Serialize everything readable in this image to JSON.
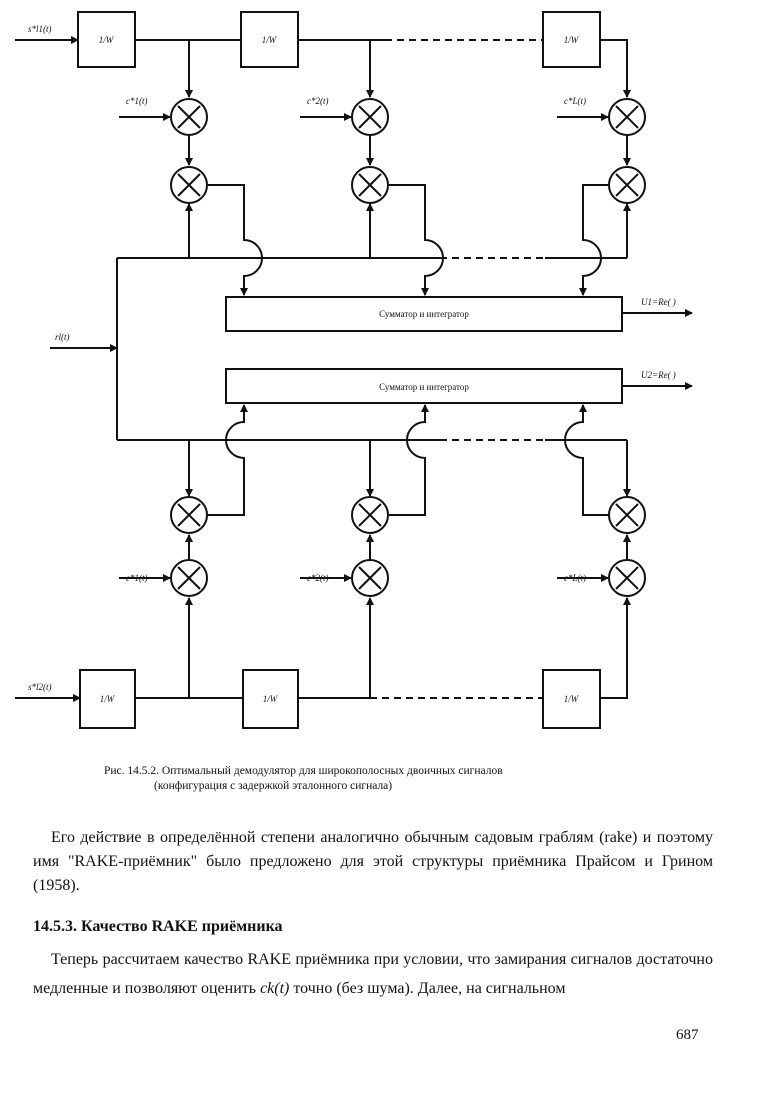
{
  "diagram": {
    "input_top": "s*l1(t)",
    "input_bottom": "s*l2(t)",
    "input_r": "rl(t)",
    "delay_label": "1/W",
    "coef_labels": [
      "c*1(t)",
      "c*2(t)",
      "c*L(t)"
    ],
    "summator_label": "Сумматор и интегратор",
    "output1": "U1=Re( )",
    "output2": "U2=Re( )"
  },
  "caption": {
    "line1": "Рис. 14.5.2. Оптимальный демодулятор для широкополосных двоичных сигналов",
    "line2": "(конфигурация с задержкой эталонного сигнала)"
  },
  "body": {
    "paragraph1": "Его действие в определённой степени аналогично обычным садовым граблям (rake) и поэтому имя \"RAKE-приёмник\" было предложено для этой структуры приёмника Прайсом и Грином (1958).",
    "section_heading": "14.5.3. Качество RAKE приёмника",
    "paragraph2_a": "Теперь рассчитаем качество RAKE приёмника при условии, что замирания сигналов достаточно медленные и позволяют оценить ",
    "paragraph2_math": "ck(t)",
    "paragraph2_b": " точно (без шума). Далее, на сигнальном"
  },
  "page_number": "687"
}
